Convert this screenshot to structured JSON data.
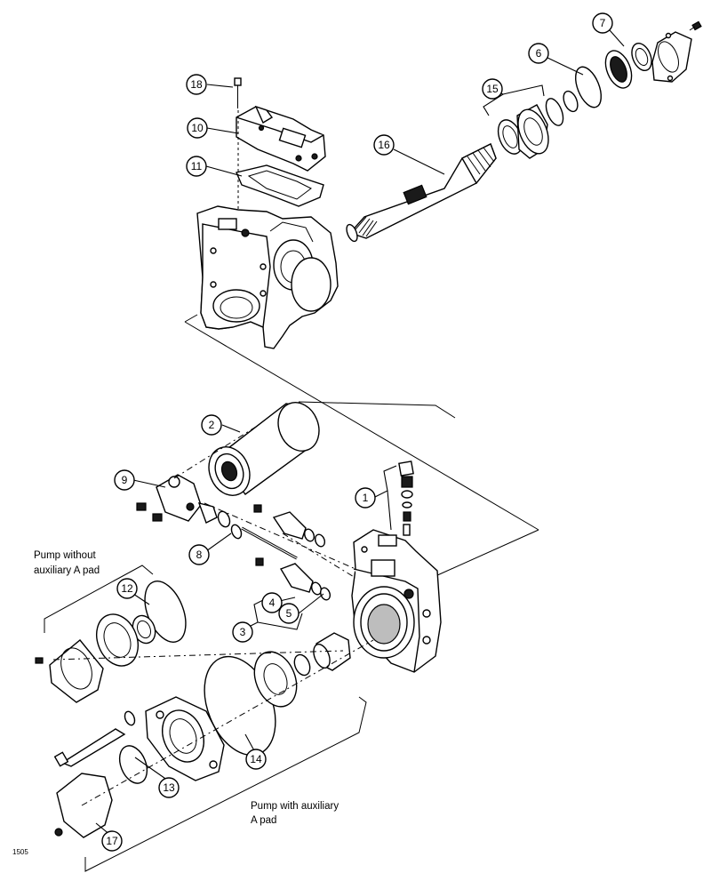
{
  "figure_number": "1505",
  "notes": {
    "without_pad_line1": "Pump without",
    "without_pad_line2": "auxiliary A pad",
    "with_pad_line1": "Pump with auxiliary",
    "with_pad_line2": "A pad"
  },
  "callouts": [
    "1",
    "2",
    "3",
    "4",
    "5",
    "6",
    "7",
    "8",
    "9",
    "10",
    "11",
    "12",
    "13",
    "14",
    "15",
    "16",
    "17",
    "18"
  ]
}
